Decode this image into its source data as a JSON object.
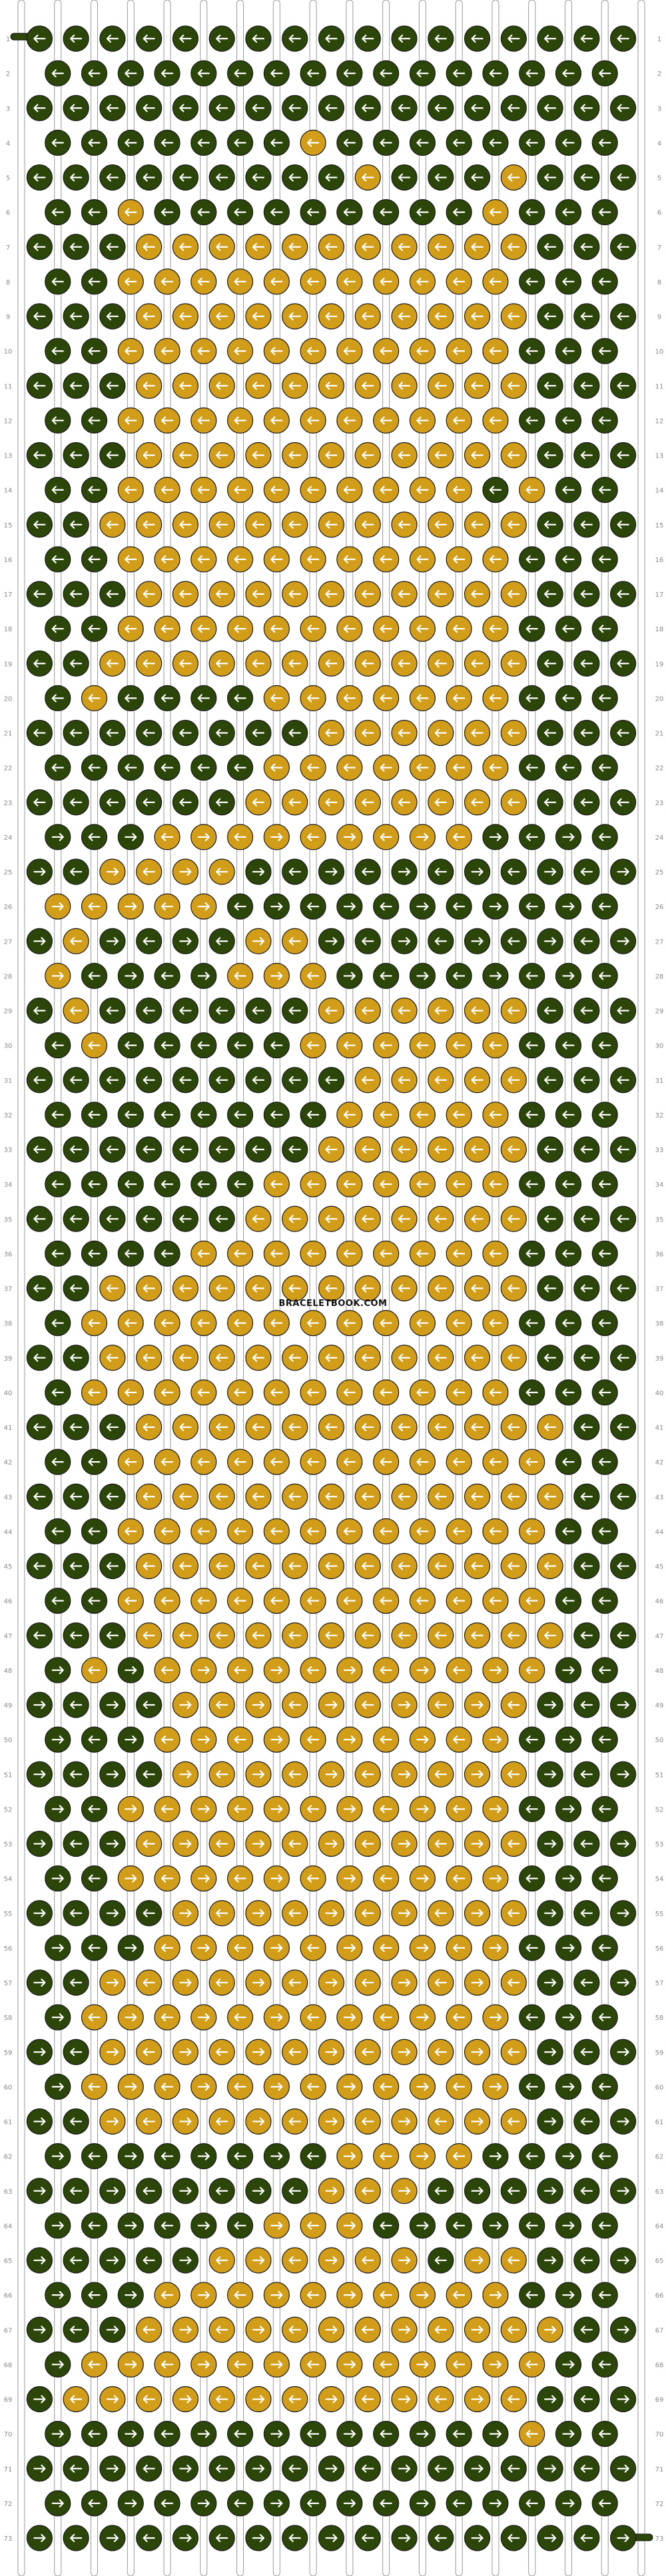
{
  "pattern": {
    "strings": 18,
    "rows": 73,
    "colors": {
      "green": "#2b4608",
      "gold": "#d29d18",
      "string_bg": "#ffffff"
    },
    "start_string_colors": [
      "green",
      "green",
      "green",
      "green",
      "green",
      "green",
      "green",
      "green",
      "green",
      "green",
      "green",
      "green",
      "green",
      "green",
      "green",
      "green",
      "green",
      "green"
    ],
    "row_labels": [
      "1",
      "2",
      "3",
      "4",
      "5",
      "6",
      "7",
      "8",
      "9",
      "10",
      "11",
      "12",
      "13",
      "14",
      "15",
      "16",
      "17",
      "18",
      "19",
      "20",
      "21",
      "22",
      "23",
      "24",
      "25",
      "26",
      "27",
      "28",
      "29",
      "30",
      "31",
      "32",
      "33",
      "34",
      "35",
      "36",
      "37",
      "38",
      "39",
      "40",
      "41",
      "42",
      "43",
      "44",
      "45",
      "46",
      "47",
      "48",
      "49",
      "50",
      "51",
      "52",
      "53",
      "54",
      "55",
      "56",
      "57",
      "58",
      "59",
      "60",
      "61",
      "62",
      "63",
      "64",
      "65",
      "66",
      "67",
      "68",
      "69",
      "70",
      "71",
      "72",
      "73"
    ],
    "gold_knots": [
      [],
      [],
      [],
      [
        8
      ],
      [
        9,
        13
      ],
      [
        3,
        13
      ],
      [
        3,
        4,
        5,
        6,
        7,
        8,
        9,
        10,
        11,
        12,
        13
      ],
      [
        3,
        4,
        5,
        6,
        7,
        8,
        9,
        10,
        11,
        12,
        13
      ],
      [
        3,
        4,
        5,
        6,
        7,
        8,
        9,
        10,
        11,
        12,
        13
      ],
      [
        3,
        4,
        5,
        6,
        7,
        8,
        9,
        10,
        11,
        12,
        13
      ],
      [
        3,
        4,
        5,
        6,
        7,
        8,
        9,
        10,
        11,
        12,
        13
      ],
      [
        3,
        4,
        5,
        6,
        7,
        8,
        9,
        10,
        11,
        12,
        13
      ],
      [
        3,
        4,
        5,
        6,
        7,
        8,
        9,
        10,
        11,
        12,
        13
      ],
      [
        3,
        4,
        5,
        6,
        7,
        8,
        9,
        10,
        11,
        12,
        14
      ],
      [
        2,
        3,
        4,
        5,
        6,
        7,
        8,
        9,
        10,
        11,
        12,
        13
      ],
      [
        3,
        4,
        5,
        6,
        7,
        8,
        9,
        10,
        11,
        12,
        13
      ],
      [
        3,
        4,
        5,
        6,
        7,
        8,
        9,
        10,
        11,
        12,
        13
      ],
      [
        3,
        4,
        5,
        6,
        7,
        8,
        9,
        10,
        11,
        12,
        13
      ],
      [
        2,
        3,
        4,
        5,
        6,
        7,
        8,
        9,
        10,
        11,
        12,
        13
      ],
      [
        2,
        7,
        8,
        9,
        10,
        11,
        12,
        13
      ],
      [
        8,
        9,
        10,
        11,
        12,
        13
      ],
      [
        7,
        8,
        9,
        10,
        11,
        12,
        13
      ],
      [
        6,
        7,
        8,
        9,
        10,
        11,
        12,
        13
      ],
      [
        4,
        5,
        6,
        7,
        8,
        9,
        10,
        11,
        12
      ],
      [
        2,
        3,
        4,
        5
      ],
      [
        1,
        2,
        3,
        4,
        5
      ],
      [
        1,
        6,
        7
      ],
      [
        1,
        6,
        7,
        8
      ],
      [
        1,
        8,
        9,
        10,
        11,
        12,
        13
      ],
      [
        2,
        8,
        9,
        10,
        11,
        12,
        13
      ],
      [
        9,
        10,
        11,
        12,
        13
      ],
      [
        9,
        10,
        11,
        12,
        13
      ],
      [
        8,
        9,
        10,
        11,
        12,
        13
      ],
      [
        7,
        8,
        9,
        10,
        11,
        12,
        13
      ],
      [
        6,
        7,
        8,
        9,
        10,
        11,
        12,
        13
      ],
      [
        5,
        6,
        7,
        8,
        9,
        10,
        11,
        12,
        13
      ],
      [
        2,
        3,
        4,
        5,
        6,
        7,
        8,
        9,
        10,
        11,
        12,
        13
      ],
      [
        2,
        3,
        4,
        5,
        6,
        7,
        8,
        9,
        10,
        11,
        12,
        13
      ],
      [
        2,
        3,
        4,
        5,
        6,
        7,
        8,
        9,
        10,
        11,
        12,
        13
      ],
      [
        2,
        3,
        4,
        5,
        6,
        7,
        8,
        9,
        10,
        11,
        12,
        13
      ],
      [
        3,
        4,
        5,
        6,
        7,
        8,
        9,
        10,
        11,
        12,
        13,
        14
      ],
      [
        3,
        4,
        5,
        6,
        7,
        8,
        9,
        10,
        11,
        12,
        13,
        14
      ],
      [
        3,
        4,
        5,
        6,
        7,
        8,
        9,
        10,
        11,
        12,
        13,
        14
      ],
      [
        3,
        4,
        5,
        6,
        7,
        8,
        9,
        10,
        11,
        12,
        13,
        14
      ],
      [
        3,
        4,
        5,
        6,
        7,
        8,
        9,
        10,
        11,
        12,
        13,
        14
      ],
      [
        3,
        4,
        5,
        6,
        7,
        8,
        9,
        10,
        11,
        12,
        13,
        14
      ],
      [
        3,
        4,
        5,
        6,
        7,
        8,
        9,
        10,
        11,
        12,
        13,
        14
      ],
      [
        2,
        4,
        5,
        6,
        7,
        8,
        9,
        10,
        11,
        12,
        13,
        14
      ],
      [
        4,
        5,
        6,
        7,
        8,
        9,
        10,
        11,
        12,
        13
      ],
      [
        4,
        5,
        6,
        7,
        8,
        9,
        10,
        11,
        12,
        13
      ],
      [
        4,
        5,
        6,
        7,
        8,
        9,
        10,
        11,
        12,
        13
      ],
      [
        3,
        4,
        5,
        6,
        7,
        8,
        9,
        10,
        11,
        12,
        13
      ],
      [
        3,
        4,
        5,
        6,
        7,
        8,
        9,
        10,
        11,
        12,
        13
      ],
      [
        3,
        4,
        5,
        6,
        7,
        8,
        9,
        10,
        11,
        12,
        13
      ],
      [
        4,
        5,
        6,
        7,
        8,
        9,
        10,
        11,
        12,
        13
      ],
      [
        4,
        5,
        6,
        7,
        8,
        9,
        10,
        11,
        12,
        13
      ],
      [
        2,
        3,
        4,
        5,
        6,
        7,
        8,
        9,
        10,
        11,
        12,
        13
      ],
      [
        2,
        3,
        4,
        5,
        6,
        7,
        8,
        9,
        10,
        11,
        12,
        13
      ],
      [
        2,
        3,
        4,
        5,
        6,
        7,
        8,
        9,
        10,
        11,
        12,
        13
      ],
      [
        2,
        3,
        4,
        5,
        6,
        7,
        8,
        9,
        10,
        11,
        12,
        13
      ],
      [
        2,
        3,
        4,
        5,
        6,
        7,
        8,
        9,
        10,
        11,
        12,
        13
      ],
      [
        9,
        10,
        11,
        12
      ],
      [
        8,
        9,
        10
      ],
      [
        7,
        8,
        9
      ],
      [
        5,
        6,
        7,
        8,
        9,
        10,
        12,
        13
      ],
      [
        4,
        5,
        6,
        7,
        8,
        9,
        10,
        11,
        12,
        13
      ],
      [
        3,
        4,
        5,
        6,
        7,
        8,
        9,
        10,
        11,
        12,
        13,
        14
      ],
      [
        2,
        3,
        4,
        5,
        6,
        7,
        8,
        9,
        10,
        11,
        12,
        13,
        14
      ],
      [
        1,
        2,
        3,
        4,
        5,
        6,
        7,
        8,
        9,
        10,
        11,
        12,
        13
      ],
      [
        14
      ],
      [],
      [],
      []
    ],
    "arrow_flip_rows": [
      24,
      25,
      26,
      27,
      28,
      48,
      49,
      50,
      51,
      52,
      53,
      54,
      55,
      56,
      57,
      58,
      59,
      60,
      61,
      62,
      63,
      64,
      65,
      66,
      67,
      68,
      69,
      70,
      71,
      72,
      73
    ]
  },
  "watermark": "BRACELETBOOK.COM"
}
